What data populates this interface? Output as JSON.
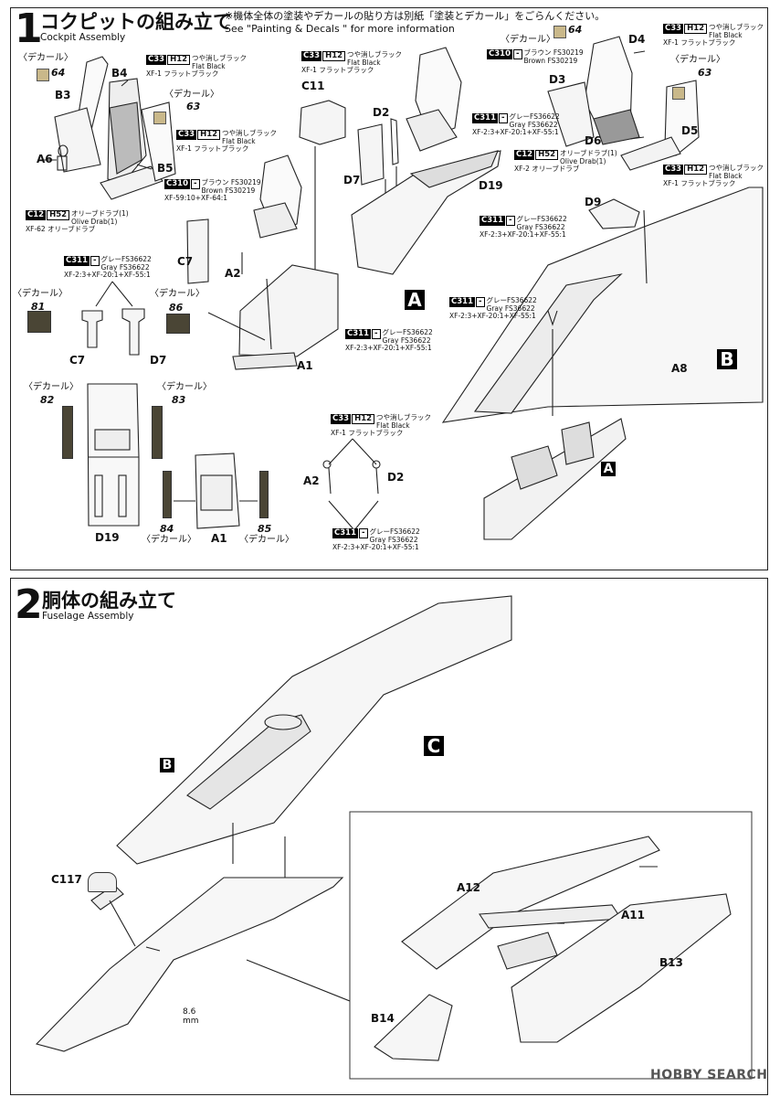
{
  "step1": {
    "number": "1",
    "title": "コクピットの組み立て",
    "subtitle": "Cockpit Assembly",
    "note_jp": "※機体全体の塗装やデカールの貼り方は別紙「塗装とデカール」をごらんください。",
    "note_en": "See \"Painting & Decals \" for more information"
  },
  "step2": {
    "number": "2",
    "title": "胴体の組み立て",
    "subtitle": "Fuselage Assembly"
  },
  "decal_word": "〈デカール〉",
  "parts": {
    "B4": "B4",
    "B3": "B3",
    "A6": "A6",
    "B5": "B5",
    "C11": "C11",
    "D2": "D2",
    "D7": "D7",
    "D19": "D19",
    "C7": "C7",
    "A2": "A2",
    "A1": "A1",
    "D4": "D4",
    "D3": "D3",
    "D6": "D6",
    "D5": "D5",
    "D9": "D9",
    "A8": "A8",
    "C117": "C117",
    "A12": "A12",
    "A11": "A11",
    "B13": "B13",
    "B14": "B14"
  },
  "decal_numbers": {
    "d64a": "64",
    "d63a": "63",
    "d64b": "64",
    "d63b": "63",
    "d81": "81",
    "d86": "86",
    "d82": "82",
    "d83": "83",
    "d84": "84",
    "d85": "85"
  },
  "subassemblies": {
    "A": "A",
    "B": "B",
    "C": "C"
  },
  "paints": {
    "c33": {
      "code": "C33",
      "code2": "H12",
      "name": "つや消しブラック",
      "name_en": "Flat Black",
      "mix": "XF-1 フラットブラック"
    },
    "c310": {
      "code": "C310",
      "code2": "-",
      "name": "ブラウン FS30219",
      "name_en": "Brown FS30219",
      "mix": "XF-59:10+XF-64:1"
    },
    "c12": {
      "code": "C12",
      "code2": "H52",
      "name": "オリーブドラブ(1)",
      "name_en": "Olive Drab(1)",
      "mix": "XF-62 オリーブドラブ"
    },
    "c311": {
      "code": "C311",
      "code2": "-",
      "name": "グレーFS36622",
      "name_en": "Gray FS36622",
      "mix": "XF-2:3+XF-20:1+XF-55:1"
    },
    "c33b": {
      "code": "C33",
      "code2": "H12",
      "name": "つや消しブラック",
      "name_en": "Flat Black",
      "mix": "XF-1 フラットブラック"
    },
    "c310b": {
      "code": "C310",
      "code2": "-",
      "name": "ブラウン FS30219",
      "name_en": "Brown FS30219",
      "mix": ""
    },
    "c12b": {
      "code": "C12",
      "code2": "H52",
      "name": "オリーブドラブ(1)",
      "name_en": "Olive Drab(1)",
      "mix": "XF-2 オリーブドラブ"
    }
  },
  "dimension": {
    "value": "8.6",
    "unit": "mm"
  },
  "watermark": "HOBBY SEARCH"
}
